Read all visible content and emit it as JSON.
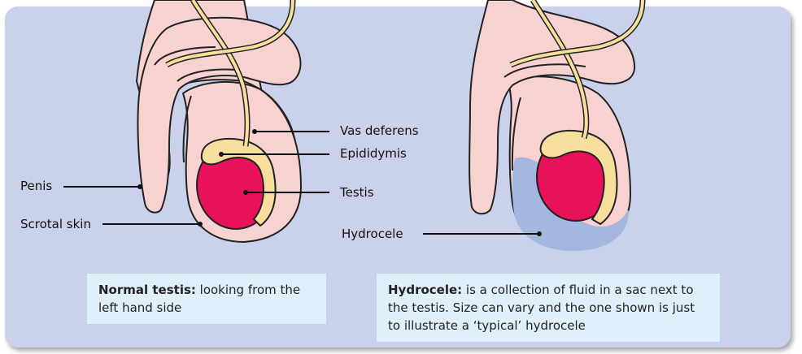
{
  "labels": {
    "penis": "Penis",
    "scrotal_skin": "Scrotal skin",
    "vas_deferens": "Vas deferens",
    "epididymis": "Epididymis",
    "testis": "Testis",
    "hydrocele": "Hydrocele"
  },
  "captions": {
    "normal_title": "Normal testis:",
    "normal_text": " looking from the left hand side",
    "hydrocele_title": "Hydrocele:",
    "hydrocele_text": " is a collection of fluid in a sac next to the testis. Size can vary and the one shown is just to illustrate a ‘typical’ hydrocele"
  },
  "colors": {
    "panel": "#c9d2ea",
    "skin": "#f8d2d0",
    "testis": "#e8125a",
    "epididymis": "#f6df9d",
    "fluid": "#a3b7df",
    "caption_bg": "#dff0fa"
  }
}
